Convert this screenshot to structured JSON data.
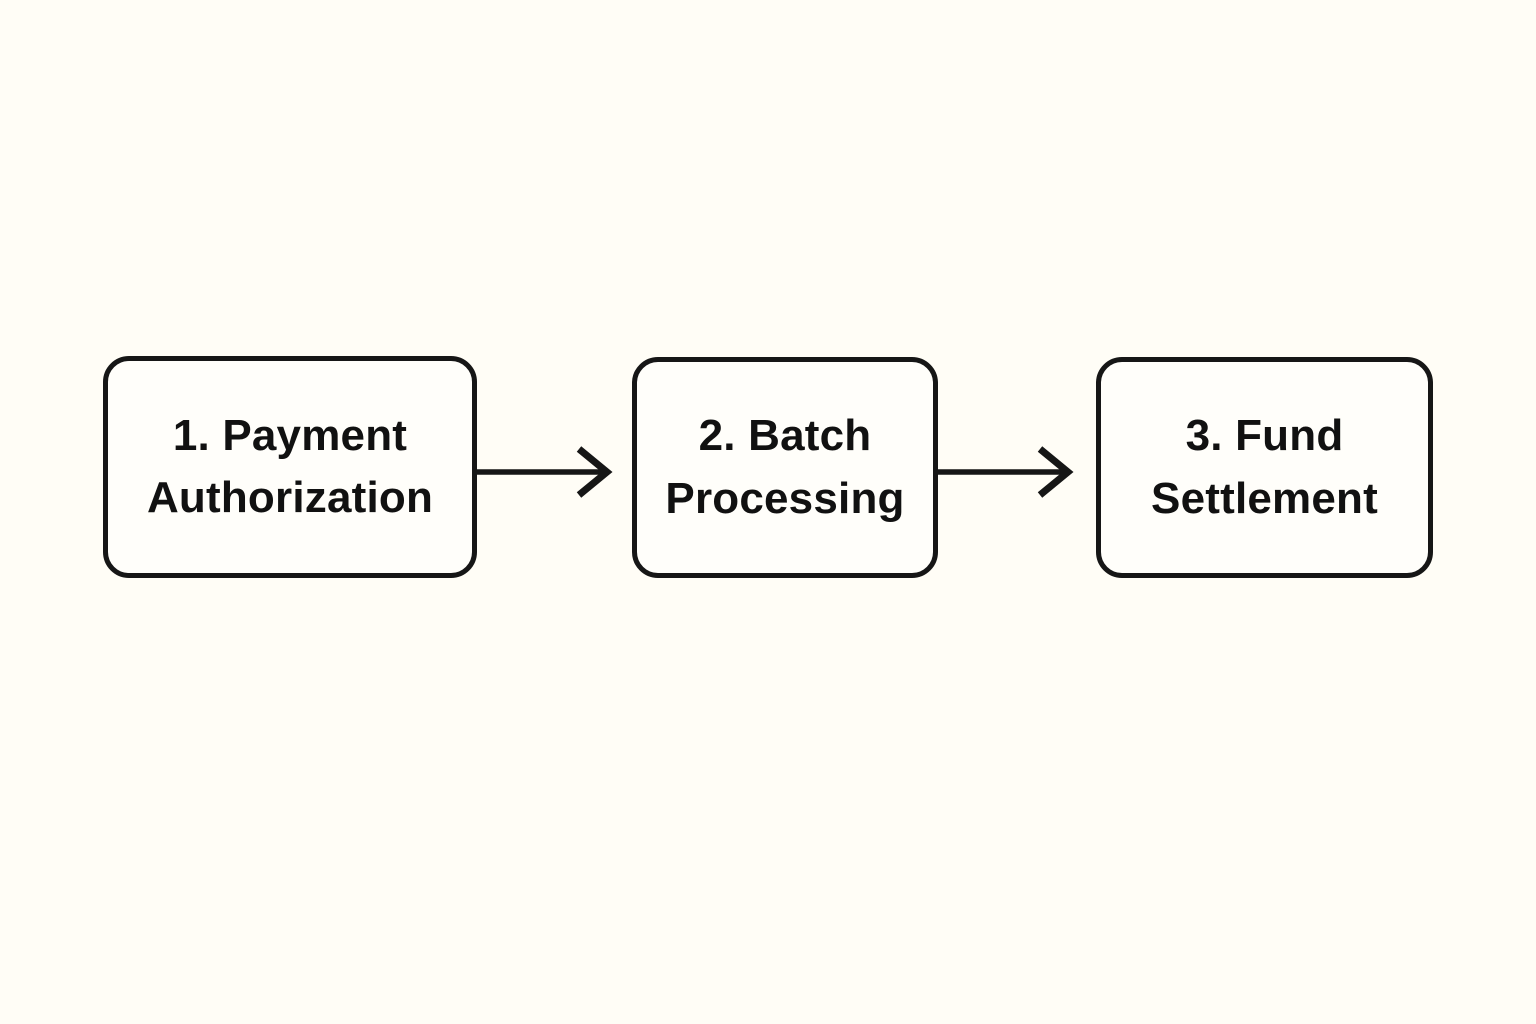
{
  "diagram": {
    "type": "flowchart",
    "direction": "left-to-right",
    "colors": {
      "background": "#FFFDF6",
      "node_fill": "#FFFEFA",
      "node_border": "#161616",
      "text": "#111111",
      "arrow": "#161616"
    },
    "nodes": [
      {
        "id": "payment-authorization",
        "label": "1. Payment Authorization",
        "line1": "1. Payment",
        "line2": "Authorization"
      },
      {
        "id": "batch-processing",
        "label": "2. Batch Processing",
        "line1": "2. Batch",
        "line2": "Processing"
      },
      {
        "id": "fund-settlement",
        "label": "3. Fund Settlement",
        "line1": "3. Fund",
        "line2": "Settlement"
      }
    ],
    "edges": [
      {
        "from": "payment-authorization",
        "to": "batch-processing",
        "style": "arrow-right"
      },
      {
        "from": "batch-processing",
        "to": "fund-settlement",
        "style": "arrow-right"
      }
    ]
  }
}
